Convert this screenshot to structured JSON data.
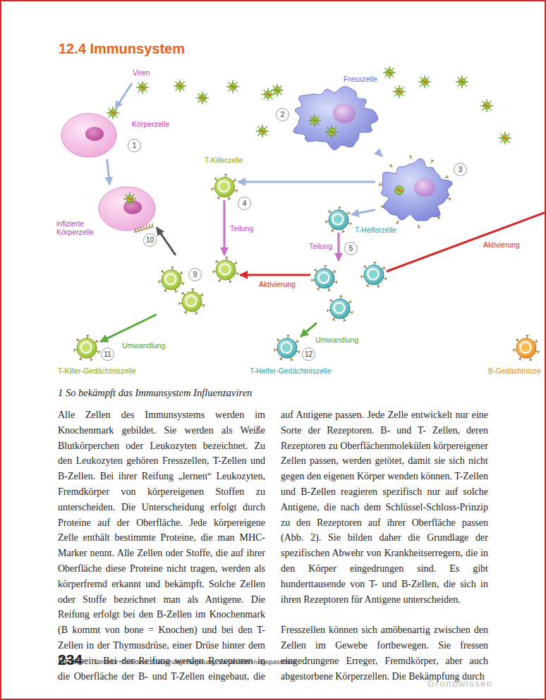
{
  "diagram": {
    "title": "12.4 Immunsystem",
    "caption": "1 So bekämpft das Immunsystem Influenzaviren",
    "nodes": [
      {
        "text": [
          "Körperzelle",
          "1"
        ]
      },
      {
        "text": [
          "Fresszelle",
          "2"
        ]
      },
      {
        "text": [
          "3"
        ]
      },
      {
        "text": [
          "T-Killerzelle",
          "4"
        ]
      },
      {
        "text": [
          "infizierte Körperzelle"
        ]
      },
      {
        "text": [
          "T-Helferzelle"
        ]
      },
      {
        "text": [
          "9"
        ]
      },
      {
        "text": [
          "5"
        ]
      },
      {
        "text": [
          "11",
          "T-Killer-Gedächtniszelle"
        ]
      },
      {
        "text": [
          "12",
          "T-Helfer-Gedächtniszelle"
        ]
      },
      {
        "text": [
          "B-Gedächtnisze"
        ]
      }
    ],
    "edges": [
      {
        "from": 0,
        "to": 4,
        "arrow": "to"
      },
      {
        "from": 1,
        "to": 2,
        "arrow": "to"
      },
      {
        "from": 2,
        "to": 3,
        "arrow": "to"
      },
      {
        "from": 2,
        "to": 5,
        "arrow": "to"
      },
      {
        "from": 3,
        "to": 6,
        "label": "Teilung",
        "arrow": "to"
      },
      {
        "from": 5,
        "to": 7,
        "label": "Teilung",
        "arrow": "to"
      },
      {
        "from": 7,
        "to": 6,
        "label": "Aktivierung",
        "arrow": "to"
      },
      {
        "from": 6,
        "to": 4,
        "label": "10",
        "arrow": "to"
      },
      {
        "from": 6,
        "to": 8,
        "label": "Umwandlung",
        "arrow": "to"
      },
      {
        "from": 7,
        "to": 9,
        "label": "Umwandlung",
        "arrow": "to"
      }
    ],
    "labels": [
      "Viren",
      "Aktivierung",
      "Alle Zellen des Immunsystems werden im Knochenmark gebildet. Sie werden als Weiße Blutkörperchen oder Leukozyten bezeichnet. Zu den Leukozyten gehören Fresszellen, T-Zellen und B-Zellen. Bei ihrer Reifung „lernen“ Leukozyten, Fremdkörper von körpereigenen Stoffen zu unterscheiden. Die Unterscheidung erfolgt durch Proteine auf der Oberfläche. Jede körpereigene Zelle enthält bestimmte Proteine, die man MHC-Marker nennt. Alle Zellen oder Stoffe, die auf ihrer Oberfläche diese Proteine nicht tragen, werden als körperfremd erkannt und bekämpft. Solche Zellen oder Stoffe bezeichnet man als Antigene. Die Reifung erfolgt bei den B-Zellen im Knochenmark (B kommt von bone = Knochen) und bei den T-Zellen in der Thymusdrüse, einer Drüse hinter dem Brustbein. Bei der Reifung werden Rezeptoren in die Oberfläche der B- und T-Zellen eingebaut, die auf Antigene passen. Jede Zelle entwickelt nur eine Sorte der Rezeptoren. B- und T- Zellen, deren Rezeptoren zu Oberflächenmolekülen körpereigener Zellen passen, werden getötet, damit sie sich nicht gegen den eigenen Körper wenden können. T-Zellen und B-Zellen reagieren spezifisch nur auf solche Antigene, die nach dem Schlüssel-Schloss-Prinzip zu den Rezeptoren auf ihrer Oberfläche passen (Abb. 2). Sie bilden daher die Grundlage der spezifischen Abwehr von Krankheitserregern, die in den Körper eingedrungen sind. Es gibt hunderttausende von T- und B-Zellen, die sich in ihren Rezeptoren für Antigene unterscheiden.",
      "Fresszellen können sich amöbenartig zwischen den Zellen im Gewebe fortbewegen. Sie fressen eingedrungene Erreger, Fremdkörper, aber auch abgestorbene Körperzellen. Die Bekämpfung durch",
      "234",
      "Struktur+Funktion, Steuerung+Regelung, Variabilität+Angepasstheit",
      "Grundwissen"
    ]
  }
}
